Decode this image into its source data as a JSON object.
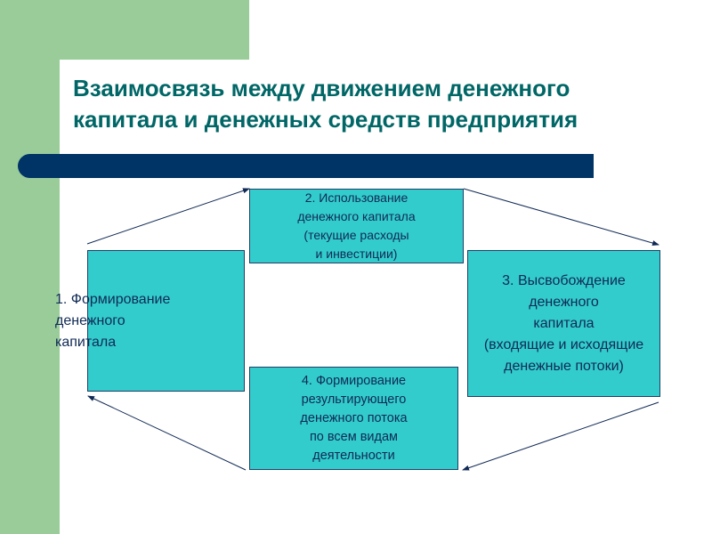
{
  "title": "Взаимосвязь между движением денежного капитала и денежных средств предприятия",
  "colors": {
    "accent_green": "#99cc99",
    "bar": "#003366",
    "box": "#33cccc",
    "title": "#006666"
  },
  "stages": [
    {
      "label": "1. Формирование\nденежного\nкапитала"
    },
    {
      "label": "2. Использование\nденежного капитала\n(текущие расходы\nи инвестиции)"
    },
    {
      "label": "3. Высвобождение\nденежного\nкапитала\n(входящие и исходящие\nденежные потоки)"
    },
    {
      "label": "4. Формирование\nрезультирующего\nденежного потока\nпо всем видам\nдеятельности"
    }
  ]
}
